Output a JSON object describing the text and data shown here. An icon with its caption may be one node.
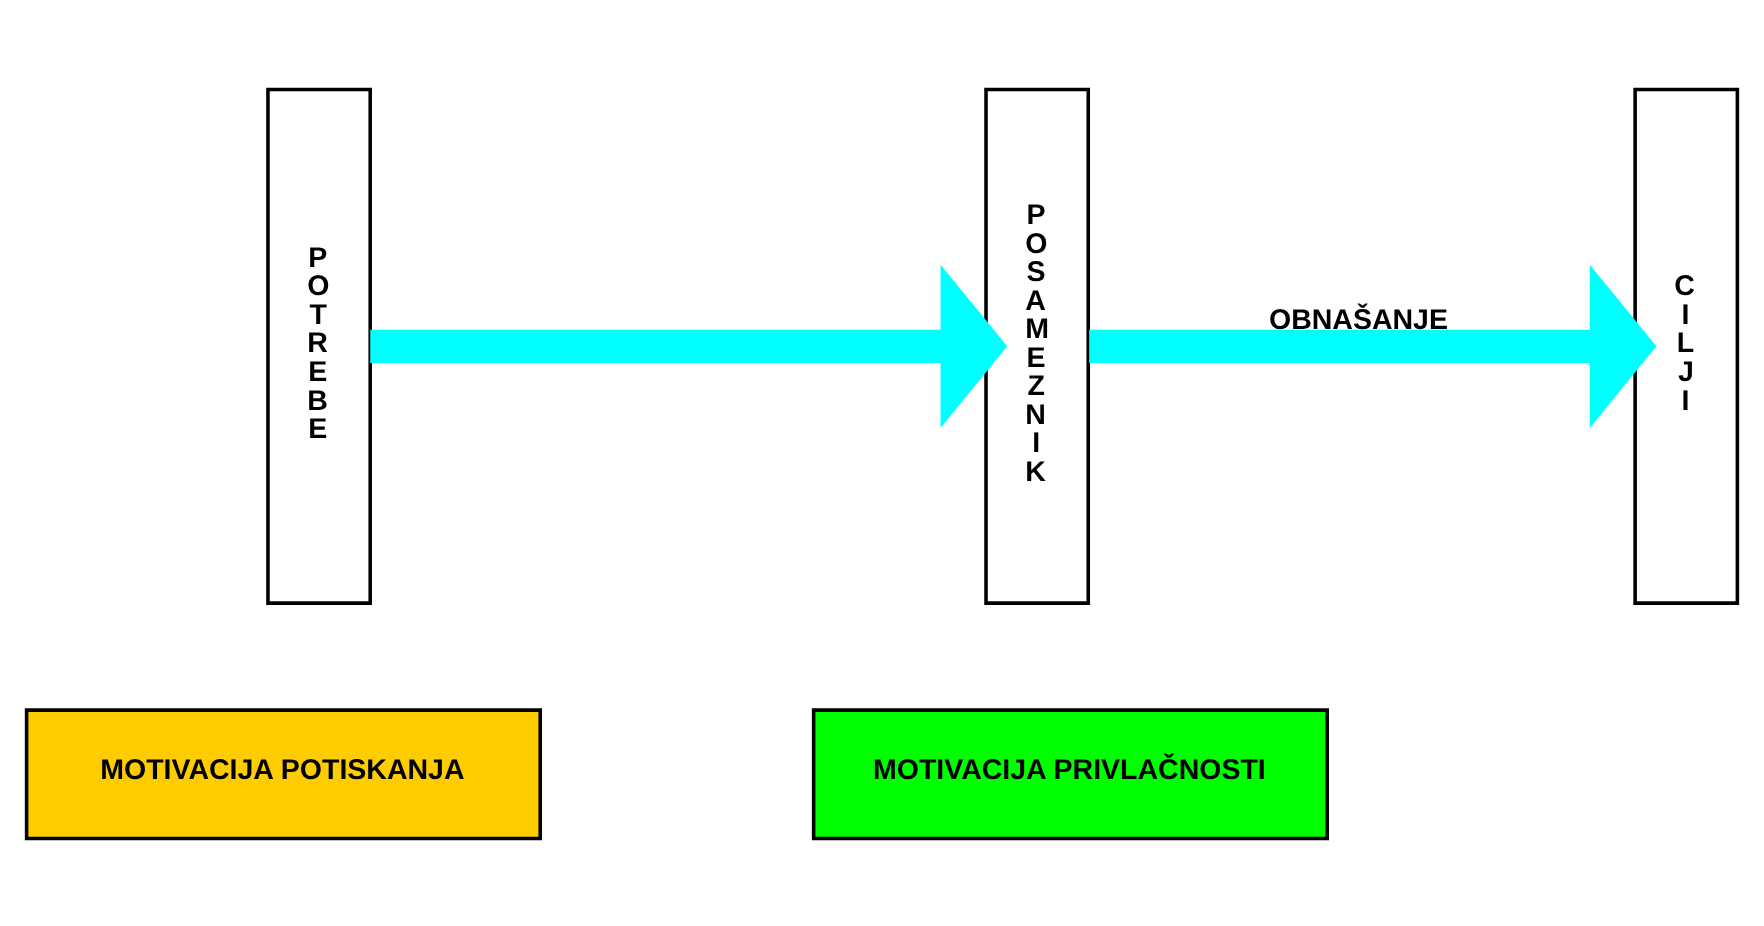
{
  "diagram": {
    "nodes": [
      {
        "text": [
          "POTREBE"
        ]
      },
      {
        "text": [
          "POSAMEZNIK"
        ]
      },
      {
        "text": [
          "CILJI"
        ]
      },
      {
        "text": [
          "MOTIVACIJA POTISKANJA"
        ]
      },
      {
        "text": [
          "MOTIVACIJA PRIVLAČNOSTI"
        ]
      }
    ],
    "edges": [
      {
        "from": 0,
        "to": 1,
        "arrow": "to"
      },
      {
        "from": 1,
        "to": 2,
        "arrow": "to",
        "label": "OBNAŠANJE"
      }
    ]
  }
}
